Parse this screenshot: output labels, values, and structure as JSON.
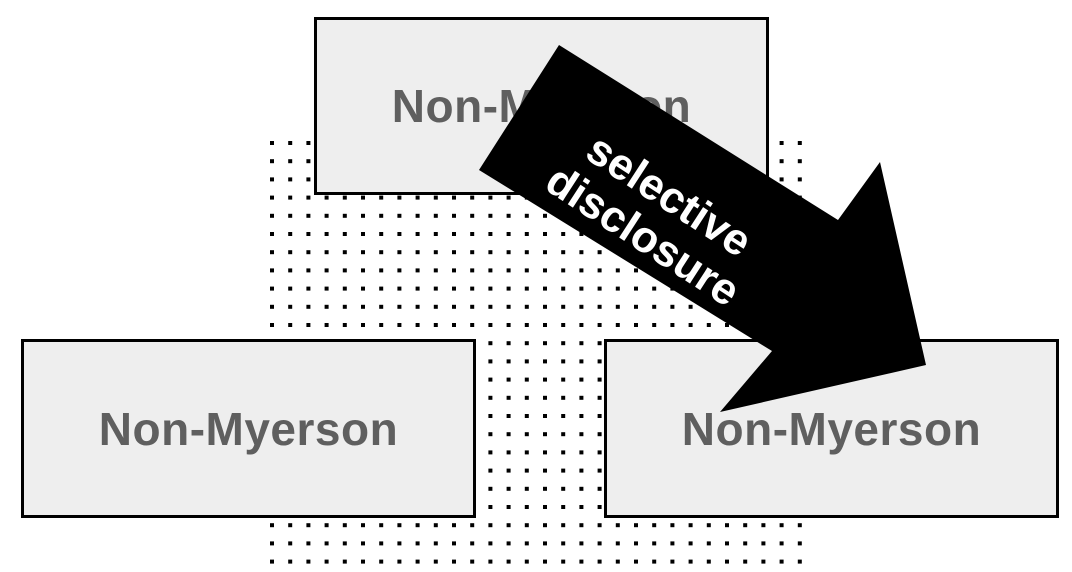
{
  "colors": {
    "box_fill": "#eeeeee",
    "box_text": "#5f5f5f",
    "border": "#000000",
    "dots": "#000000",
    "arrow_fill": "#000000",
    "arrow_text": "#ffffff"
  },
  "boxes": {
    "top": {
      "label": "Non-Myerson"
    },
    "left": {
      "label": "Non-Myerson"
    },
    "right": {
      "label": "Non-Myerson"
    }
  },
  "arrow": {
    "line1": "selective",
    "line2": "disclosure"
  }
}
